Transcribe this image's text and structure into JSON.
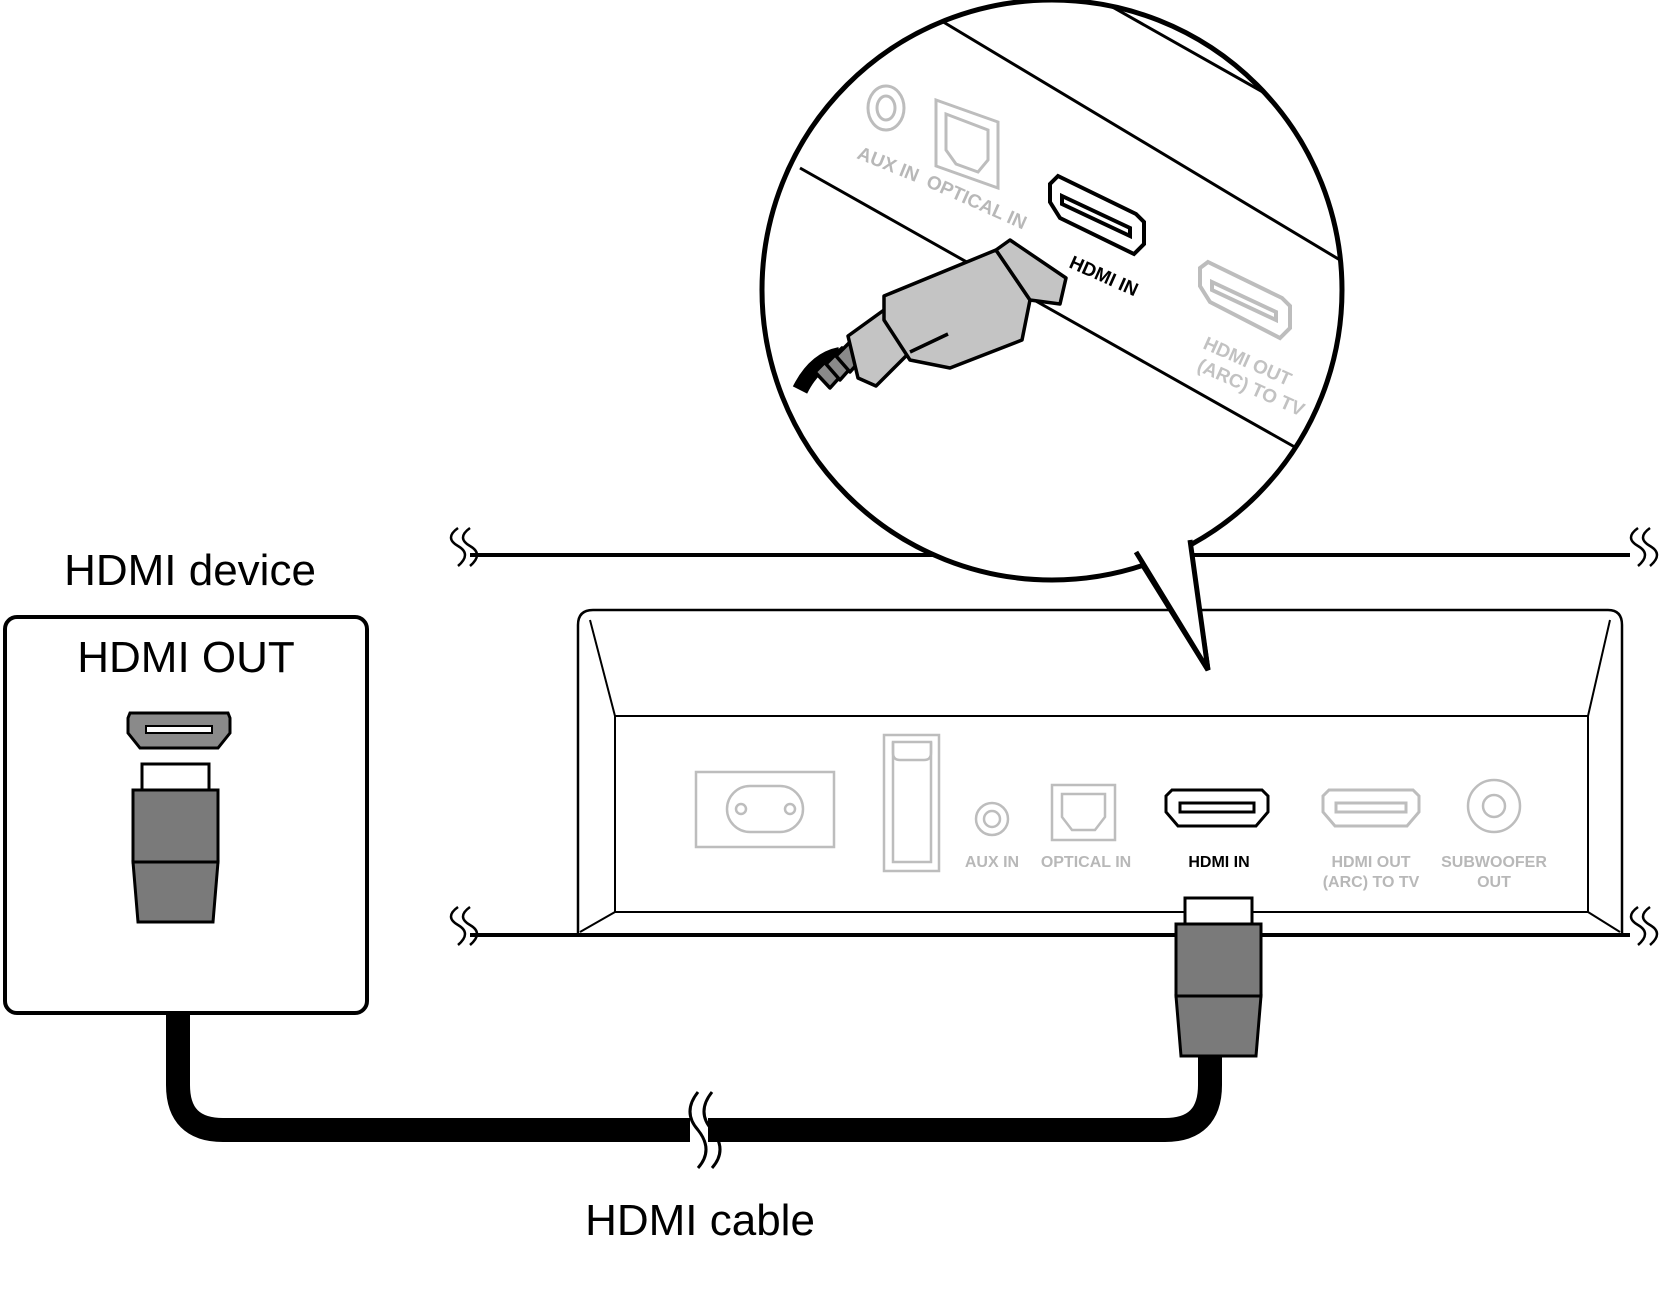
{
  "labels": {
    "device_title": "HDMI device",
    "device_port": "HDMI OUT",
    "cable": "HDMI cable"
  },
  "soundbar_ports": {
    "aux_in": "AUX IN",
    "optical_in": "OPTICAL IN",
    "hdmi_in": "HDMI IN",
    "hdmi_out_line1": "HDMI OUT",
    "hdmi_out_line2": "(ARC) TO TV",
    "subwoofer_line1": "SUBWOOFER",
    "subwoofer_line2": "OUT"
  },
  "zoom_ports": {
    "aux_in": "AUX IN",
    "optical_in": "OPTICAL IN",
    "hdmi_in": "HDMI IN",
    "hdmi_out_line1": "HDMI OUT",
    "hdmi_out_line2": "(ARC) TO TV"
  },
  "colors": {
    "line": "#000000",
    "connector_gray": "#7a7a7a",
    "light_gray": "#c4c4c4",
    "faded": "#b8b8b8"
  }
}
